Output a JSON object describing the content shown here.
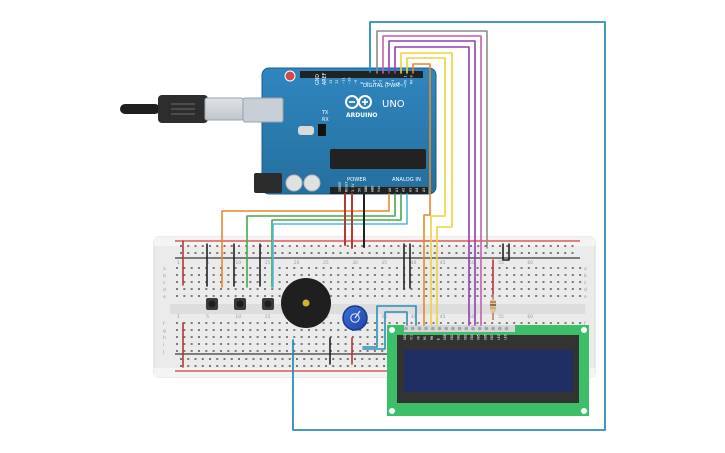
{
  "colors": {
    "board": "#2a7bb0",
    "board_dark": "#1c5e88",
    "breadboard": "#e8e8e8",
    "rail_red": "#d43a3a",
    "rail_black": "#3a3a3a",
    "lcd_green": "#3bbf6a",
    "lcd_screen": "#1f2f63",
    "wire_blue": "#2a8fb8",
    "wire_orange": "#e78a27",
    "wire_green": "#46a84b",
    "wire_cyan": "#55b8dc",
    "wire_yellow": "#efd23c",
    "wire_purple": "#8e3fb5",
    "wire_gray": "#8c8c8c",
    "wire_pink": "#c45fb0",
    "wire_red": "#b93636",
    "wire_black": "#222222"
  },
  "arduino": {
    "model": "UNO",
    "brand": "ARDUINO",
    "digital_label": "DIGITAL (PWM~)",
    "power_label": "POWER",
    "analog_label": "ANALOG IN",
    "small_labels": {
      "aref": "AREF",
      "gnd": "GND",
      "tx": "TX",
      "rx": "RX"
    },
    "digital_pins": [
      "13",
      "12",
      "~11",
      "~10",
      "~9",
      "8",
      "7",
      "~6",
      "~5",
      "4",
      "~3",
      "2",
      "TX 1",
      "RX 0"
    ],
    "power_pins": [
      "IOREF",
      "RESET",
      "3.3V",
      "5V",
      "GND",
      "GND",
      "Vin"
    ],
    "analog_pins": [
      "A0",
      "A1",
      "A2",
      "A3",
      "A4",
      "A5"
    ]
  },
  "breadboard": {
    "column_numbers": [
      "1",
      "5",
      "10",
      "15",
      "20",
      "25",
      "30",
      "35",
      "40",
      "45",
      "50",
      "55",
      "60"
    ],
    "row_labels_top": [
      "a",
      "b",
      "c",
      "d",
      "e"
    ],
    "row_labels_bottom": [
      "f",
      "g",
      "h",
      "i",
      "j"
    ]
  },
  "lcd": {
    "pin_labels": [
      "GND",
      "VCC",
      "V0",
      "RS",
      "RW",
      "E",
      "DB0",
      "DB1",
      "DB2",
      "DB3",
      "DB4",
      "DB5",
      "DB6",
      "DB7",
      "LED",
      "LED"
    ]
  }
}
